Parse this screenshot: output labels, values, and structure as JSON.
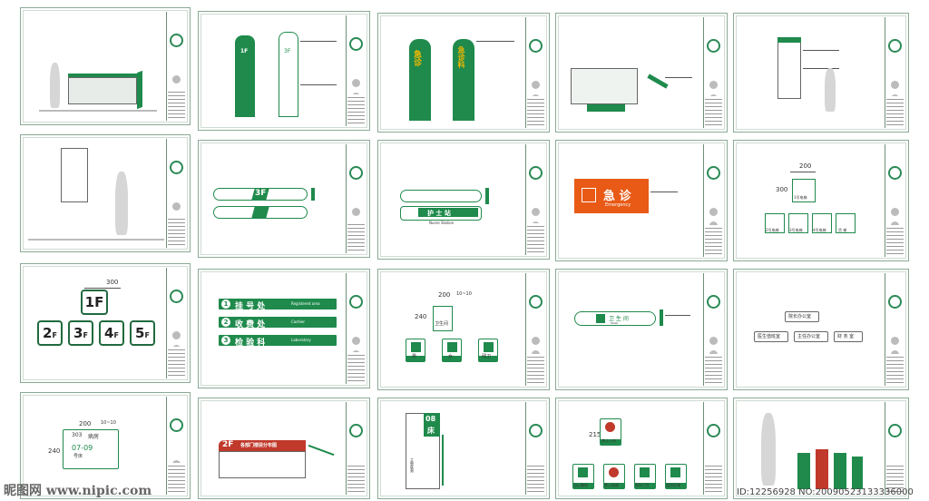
{
  "sheets": {
    "s1": {
      "id": "sheet-1"
    },
    "s2": {
      "labels": [
        "1F",
        "3F"
      ]
    },
    "s3": {
      "label_a": "急诊",
      "label_b": "急诊科"
    },
    "s6": {
      "floor": "3F"
    },
    "s7": {
      "station": "护 士 站",
      "station_en": "Nurse Station"
    },
    "s8": {
      "title": "急 诊",
      "en": "Emergency"
    },
    "s9": {
      "dim": "200",
      "dim_h": "300",
      "labels": [
        "1号电梯",
        "2号电梯",
        "3号电梯",
        "4号电梯",
        "货 梯"
      ]
    },
    "s11": {
      "dim": "300",
      "main": "1F",
      "floors": [
        "2",
        "3",
        "4",
        "5"
      ],
      "suffix": "F"
    },
    "s12": {
      "rows": [
        {
          "num": "1",
          "text": "挂 号 处",
          "en": "Registered area"
        },
        {
          "num": "2",
          "text": "收 费 处",
          "en": "Cashier"
        },
        {
          "num": "3",
          "text": "检 验 科",
          "en": "Laboratory"
        }
      ]
    },
    "s13": {
      "dim": "200",
      "dim_small": "10~10",
      "dim_h": "240",
      "label": "卫生间",
      "tiles": [
        "男",
        "女",
        "残卫"
      ]
    },
    "s14": {
      "label": "卫 生 间",
      "en": "Toilet"
    },
    "s15": {
      "top": "院长办公室",
      "row": [
        "医生值班室",
        "主任办公室",
        "财 务 室"
      ]
    },
    "s16": {
      "dim": "200",
      "dim_small": "10~10",
      "dim_h": "240",
      "room": "303",
      "room_label": "病房",
      "bed": "07-09",
      "bed_label": "号床"
    },
    "s17": {
      "floor": "2F",
      "title": "各部门楼层分布图"
    },
    "s18": {
      "bed": "08",
      "bed_label": "床",
      "side": "主管医师"
    },
    "s19": {
      "dim": "215",
      "tiles": [
        "禁止入内",
        "当心触电",
        "禁止吸烟",
        "保持卫生",
        "监控区域"
      ]
    }
  },
  "watermark": {
    "site": "昵图网 www.nipic.com",
    "id": "ID:12256928 NO:20090523133336000"
  }
}
